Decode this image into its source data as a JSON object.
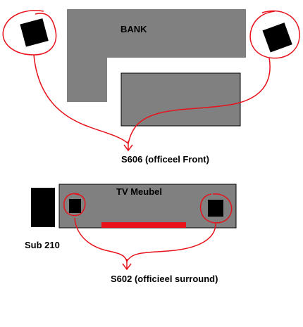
{
  "labels": {
    "bank": "BANK",
    "front_speakers": "S606 (officeel Front)",
    "tv_furniture": "TV Meubel",
    "subwoofer": "Sub 210",
    "surround_speakers": "S602 (officieel surround)"
  },
  "colors": {
    "furniture_gray": "#808080",
    "outline": "#000000",
    "speaker": "#000000",
    "annotation_red": "#e8121b",
    "soundbar_red": "#e8121b",
    "background": "#ffffff"
  }
}
